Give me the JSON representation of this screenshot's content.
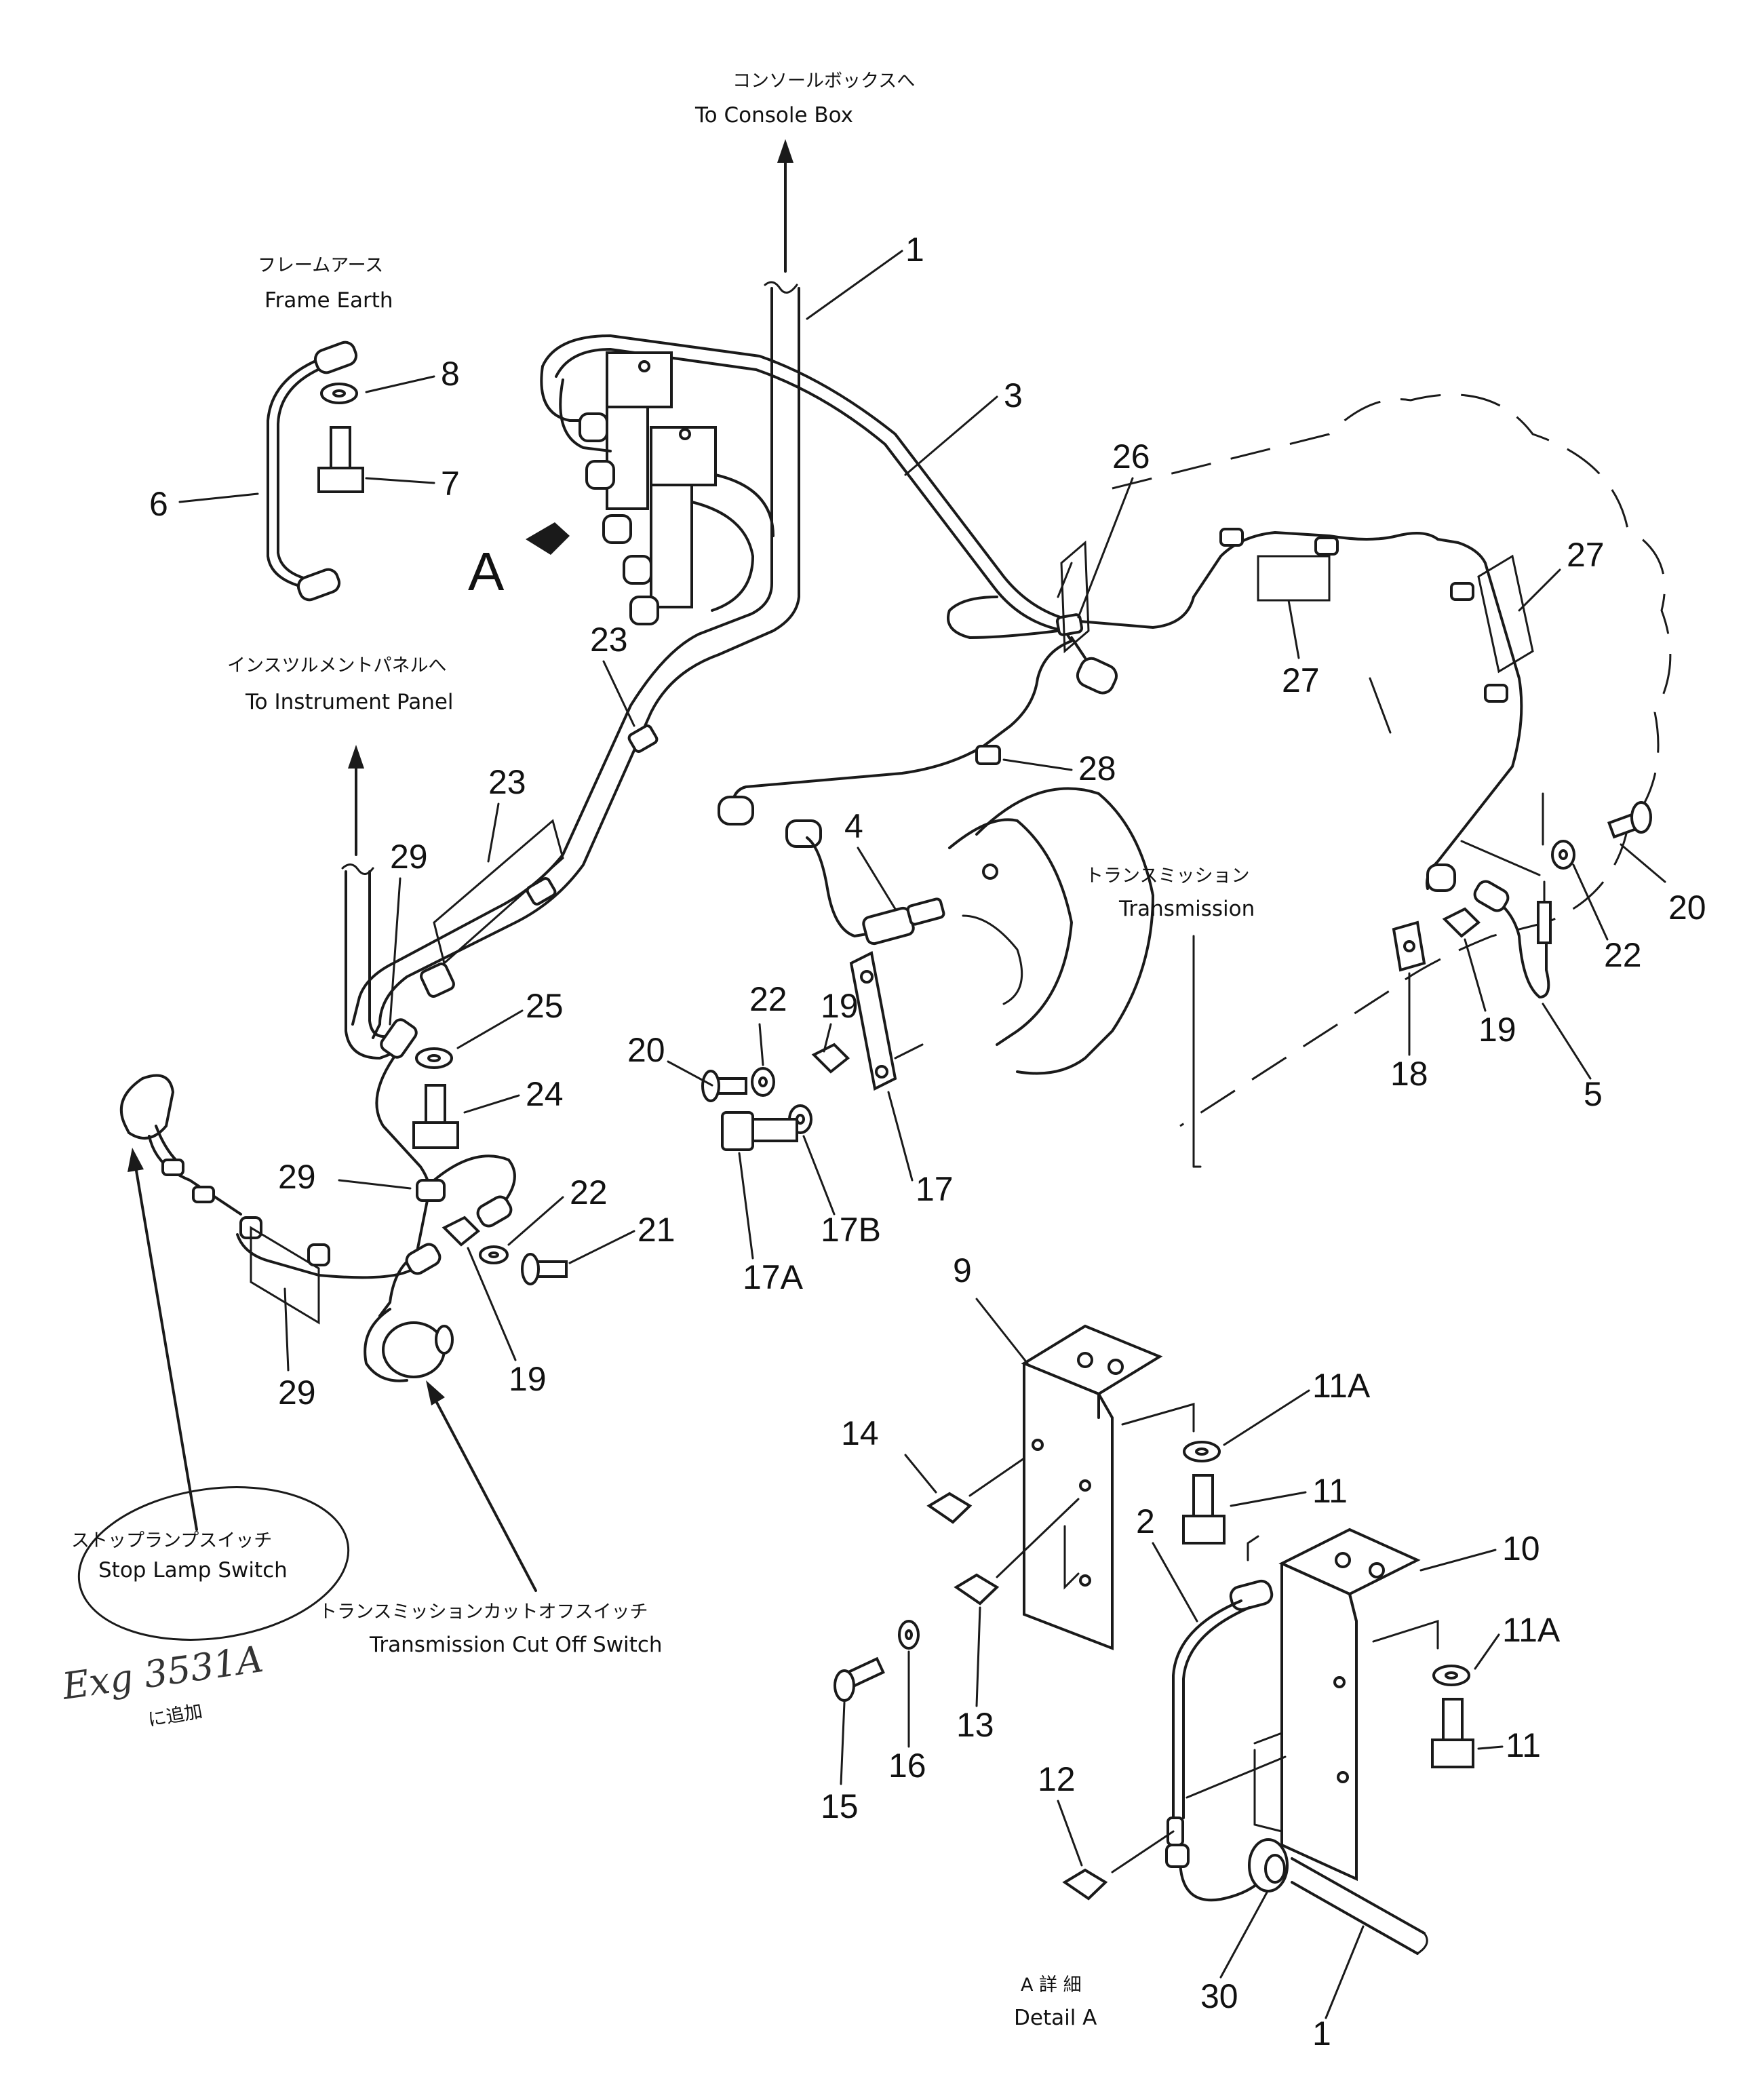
{
  "callouts": {
    "console_box": {
      "jp": "コンソールボックスへ",
      "en": "To Console Box"
    },
    "frame_earth": {
      "jp": "フレームアース",
      "en": "Frame Earth"
    },
    "instrument_panel": {
      "jp": "インスツルメントパネルへ",
      "en": "To Instrument Panel"
    },
    "transmission": {
      "jp": "トランスミッション",
      "en": "Transmission"
    },
    "stop_lamp_switch": {
      "jp": "ストップランプスイッチ",
      "en": "Stop Lamp Switch"
    },
    "cut_off_switch": {
      "jp": "トランスミッションカットオフスイッチ",
      "en": "Transmission Cut Off Switch"
    },
    "detail_a": {
      "jp": "A 詳 細",
      "en": "Detail A"
    },
    "view_a": "A"
  },
  "handwriting": {
    "line1": "Exg 3531A",
    "line2": "に追加"
  },
  "part_numbers": {
    "p1": "1",
    "p2": "2",
    "p3": "3",
    "p4": "4",
    "p5": "5",
    "p6": "6",
    "p7": "7",
    "p8": "8",
    "p9": "9",
    "p10": "10",
    "p11": "11",
    "p11a": "11A",
    "p12": "12",
    "p13": "13",
    "p14": "14",
    "p15": "15",
    "p16": "16",
    "p17": "17",
    "p17a": "17A",
    "p17b": "17B",
    "p18": "18",
    "p19": "19",
    "p20": "20",
    "p21": "21",
    "p22": "22",
    "p23": "23",
    "p24": "24",
    "p25": "25",
    "p26": "26",
    "p27": "27",
    "p28": "28",
    "p29": "29",
    "p30": "30"
  },
  "colors": {
    "ink": "#1a1a1a",
    "paper": "#ffffff"
  }
}
